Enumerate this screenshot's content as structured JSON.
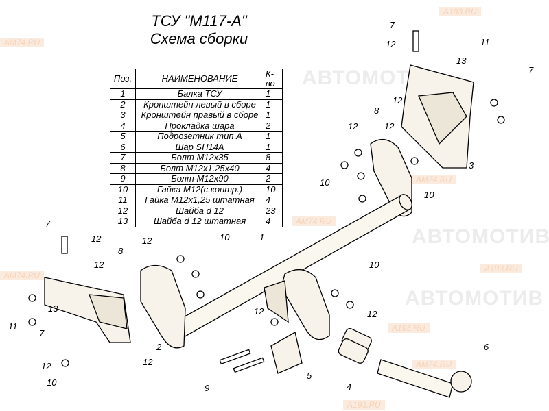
{
  "title_line1": "ТСУ \"М117-А\"",
  "title_line2": "Схема сборки",
  "watermarks": {
    "brand": "АВТОМОТИВ",
    "site1": "AM74.RU",
    "site2": "A193.RU"
  },
  "table": {
    "headers": [
      "Поз.",
      "НАИМЕНОВАНИЕ",
      "К-во"
    ],
    "rows": [
      [
        "1",
        "Балка ТСУ",
        "1"
      ],
      [
        "2",
        "Кронштейн левый в сборе",
        "1"
      ],
      [
        "3",
        "Кронштейн правый в сборе",
        "1"
      ],
      [
        "4",
        "Прокладка шара",
        "2"
      ],
      [
        "5",
        "Подрозетник тип А",
        "1"
      ],
      [
        "6",
        "Шар SH14A",
        "1"
      ],
      [
        "7",
        "Болт М12х35",
        "8"
      ],
      [
        "8",
        "Болт М12х1.25х40",
        "4"
      ],
      [
        "9",
        "Болт М12х90",
        "2"
      ],
      [
        "10",
        "Гайка М12(с.контр.)",
        "10"
      ],
      [
        "11",
        "Гайка М12х1,25 штатная",
        "4"
      ],
      [
        "12",
        "Шайба d 12",
        "23"
      ],
      [
        "13",
        "Шайба d 12 штатная",
        "4"
      ]
    ]
  },
  "callouts": [
    "7",
    "12",
    "11",
    "13",
    "7",
    "8",
    "12",
    "12",
    "12",
    "3",
    "10",
    "10",
    "1",
    "7",
    "12",
    "8",
    "12",
    "12",
    "10",
    "13",
    "11",
    "7",
    "12",
    "2",
    "12",
    "10",
    "12",
    "10",
    "12",
    "5",
    "9",
    "6",
    "4"
  ]
}
